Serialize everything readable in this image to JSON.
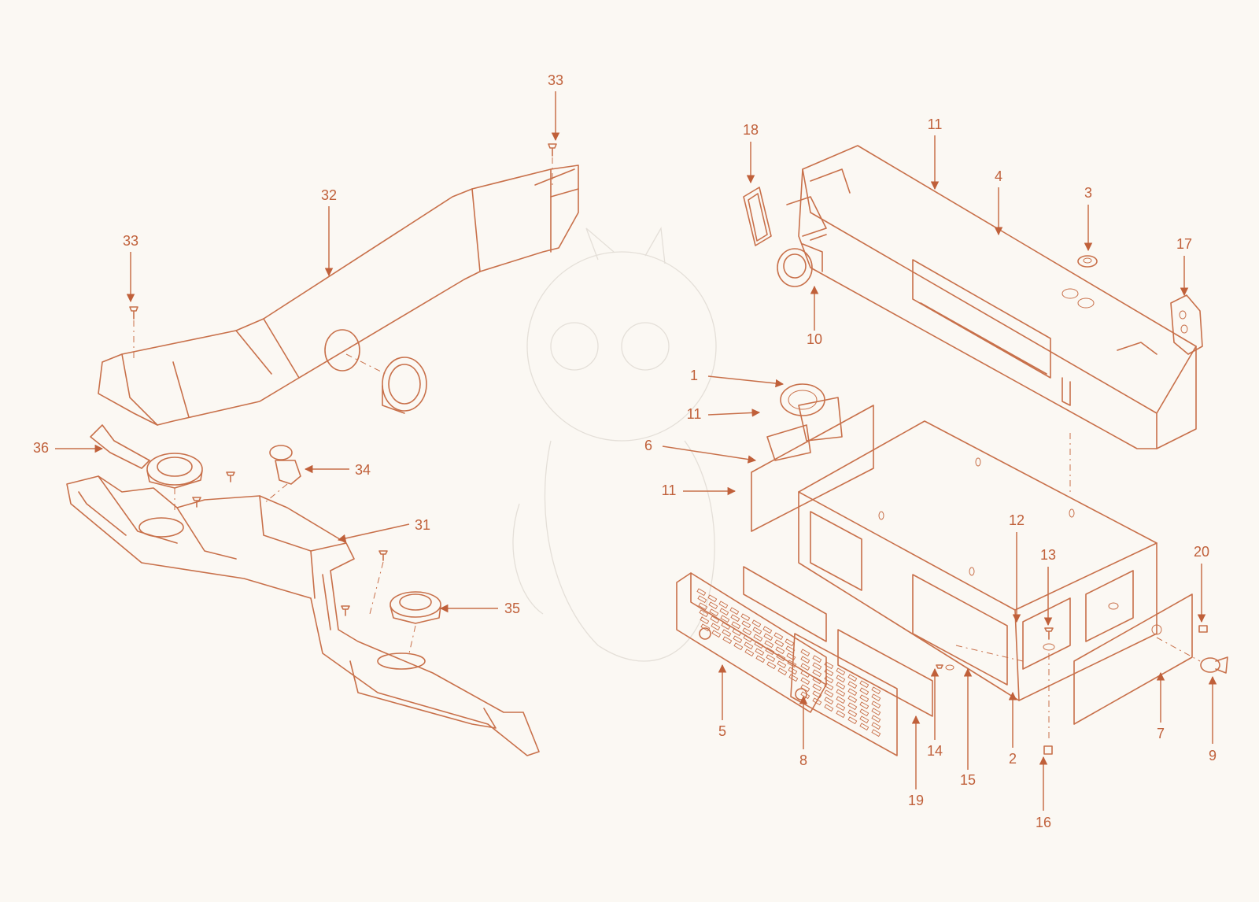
{
  "colors": {
    "background": "#fbf8f3",
    "line": "#c8704a",
    "label": "#c0603a",
    "watermark": "#e4dfd8"
  },
  "callouts": [
    {
      "id": "c1",
      "text": "1"
    },
    {
      "id": "c2",
      "text": "2"
    },
    {
      "id": "c3",
      "text": "3"
    },
    {
      "id": "c4",
      "text": "4"
    },
    {
      "id": "c5",
      "text": "5"
    },
    {
      "id": "c6",
      "text": "6"
    },
    {
      "id": "c7",
      "text": "7"
    },
    {
      "id": "c8",
      "text": "8"
    },
    {
      "id": "c9",
      "text": "9"
    },
    {
      "id": "c10",
      "text": "10"
    },
    {
      "id": "c11a",
      "text": "11"
    },
    {
      "id": "c11b",
      "text": "11"
    },
    {
      "id": "c11c",
      "text": "11"
    },
    {
      "id": "c12",
      "text": "12"
    },
    {
      "id": "c13",
      "text": "13"
    },
    {
      "id": "c14",
      "text": "14"
    },
    {
      "id": "c15",
      "text": "15"
    },
    {
      "id": "c16",
      "text": "16"
    },
    {
      "id": "c17",
      "text": "17"
    },
    {
      "id": "c18",
      "text": "18"
    },
    {
      "id": "c19",
      "text": "19"
    },
    {
      "id": "c20",
      "text": "20"
    },
    {
      "id": "c31",
      "text": "31"
    },
    {
      "id": "c32",
      "text": "32"
    },
    {
      "id": "c33a",
      "text": "33"
    },
    {
      "id": "c33b",
      "text": "33"
    },
    {
      "id": "c34",
      "text": "34"
    },
    {
      "id": "c35",
      "text": "35"
    },
    {
      "id": "c36",
      "text": "36"
    }
  ]
}
